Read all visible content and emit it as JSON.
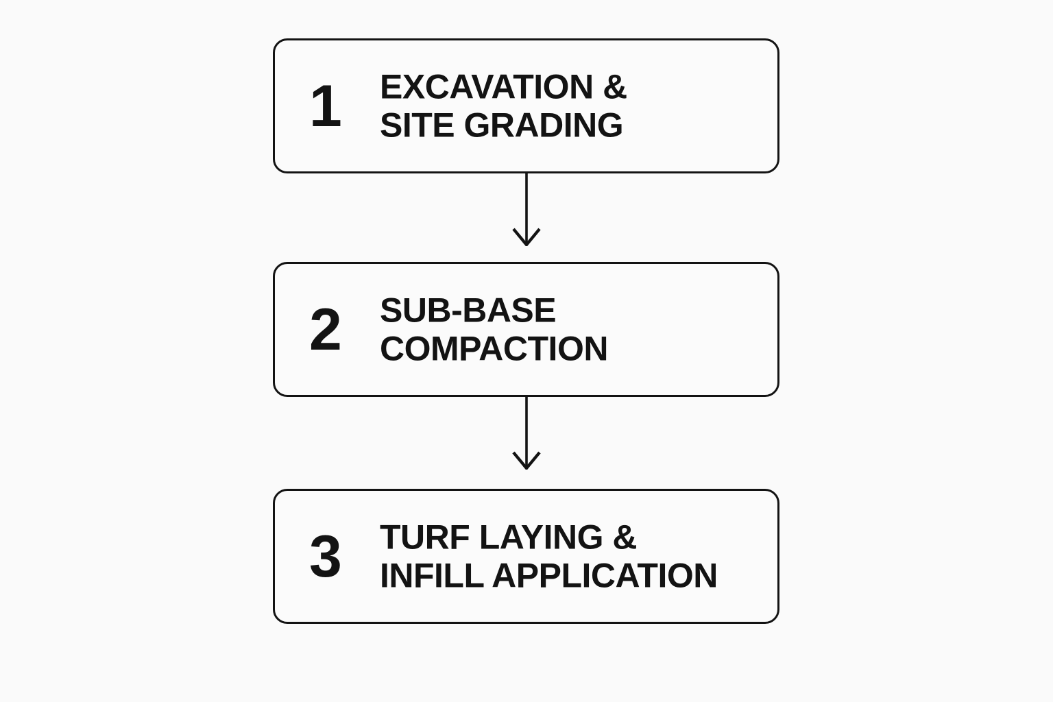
{
  "diagram": {
    "type": "vertical-flowchart",
    "title": "",
    "background_color": "#fafafa",
    "line_color": "#131313",
    "text_color": "#131313",
    "box_fill": "#fbfbfb",
    "steps": [
      {
        "number": "1",
        "label": "EXCAVATION &\nSITE GRADING",
        "line1": "EXCAVATION &",
        "line2": "SITE GRADING"
      },
      {
        "number": "2",
        "label": "SUB-BASE\nCOMPACTION",
        "line1": "SUB-BASE",
        "line2": "COMPACTION"
      },
      {
        "number": "3",
        "label": "TURF LAYING &\nINFILL APPLICATION",
        "line1": "TURF LAYING &",
        "line2": "INFILL APPLICATION"
      }
    ],
    "connectors": [
      {
        "from": "1",
        "to": "2",
        "icon": "down-arrow-icon"
      },
      {
        "from": "2",
        "to": "3",
        "icon": "down-arrow-icon"
      }
    ]
  }
}
